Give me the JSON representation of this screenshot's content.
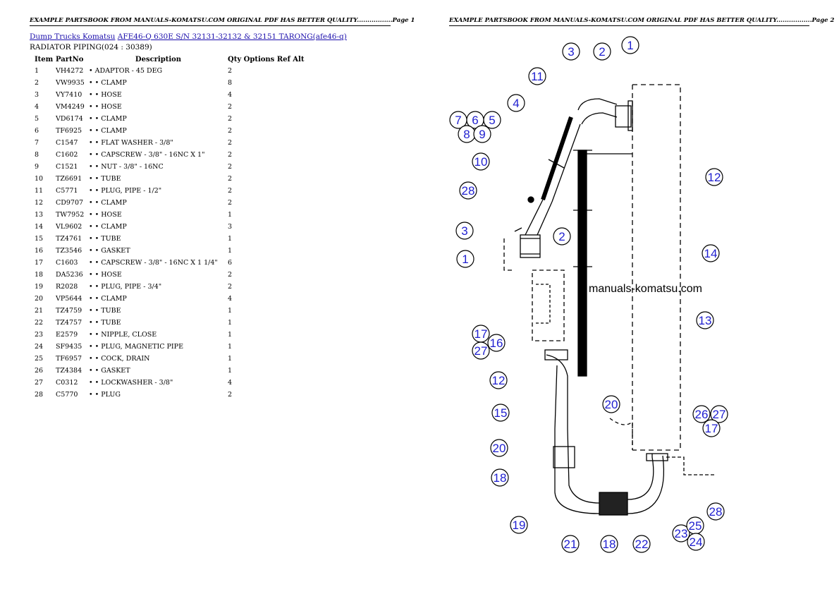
{
  "page1": {
    "header": "EXAMPLE PARTSBOOK FROM MANUALS-KOMATSU.COM ORIGINAL PDF HAS BETTER QUALITY.................Page 1",
    "breadcrumb_link1": "Dump Trucks Komatsu",
    "breadcrumb_link2": "AFE46-Q 630E S/N 32131-32132 & 32151 TARONG(afe46-q)",
    "subtitle": "RADIATOR PIPING(024 : 30389)",
    "columns": [
      "Item",
      "PartNo",
      "Description",
      "Qty",
      "Options",
      "Ref",
      "Alt"
    ],
    "rows": [
      {
        "item": "1",
        "part": "VH4272",
        "desc": "• ADAPTOR - 45 DEG",
        "qty": "2"
      },
      {
        "item": "2",
        "part": "VW9935",
        "desc": "• • CLAMP",
        "qty": "8"
      },
      {
        "item": "3",
        "part": "VY7410",
        "desc": "• • HOSE",
        "qty": "4"
      },
      {
        "item": "4",
        "part": "VM4249",
        "desc": "• • HOSE",
        "qty": "2"
      },
      {
        "item": "5",
        "part": "VD6174",
        "desc": "• • CLAMP",
        "qty": "2"
      },
      {
        "item": "6",
        "part": "TF6925",
        "desc": "• • CLAMP",
        "qty": "2"
      },
      {
        "item": "7",
        "part": "C1547",
        "desc": "• • FLAT WASHER - 3/8\"",
        "qty": "2"
      },
      {
        "item": "8",
        "part": "C1602",
        "desc": "• • CAPSCREW - 3/8\" - 16NC X 1\"",
        "qty": "2"
      },
      {
        "item": "9",
        "part": "C1521",
        "desc": "• • NUT - 3/8\" - 16NC",
        "qty": "2"
      },
      {
        "item": "10",
        "part": "TZ6691",
        "desc": "• • TUBE",
        "qty": "2"
      },
      {
        "item": "11",
        "part": "C5771",
        "desc": "• • PLUG, PIPE - 1/2\"",
        "qty": "2"
      },
      {
        "item": "12",
        "part": "CD9707",
        "desc": "• • CLAMP",
        "qty": "2"
      },
      {
        "item": "13",
        "part": "TW7952",
        "desc": "• • HOSE",
        "qty": "1"
      },
      {
        "item": "14",
        "part": "VL9602",
        "desc": "• • CLAMP",
        "qty": "3"
      },
      {
        "item": "15",
        "part": "TZ4761",
        "desc": "• • TUBE",
        "qty": "1"
      },
      {
        "item": "16",
        "part": "TZ3546",
        "desc": "• • GASKET",
        "qty": "1"
      },
      {
        "item": "17",
        "part": "C1603",
        "desc": "• • CAPSCREW - 3/8\" - 16NC X 1 1/4\"",
        "qty": "6"
      },
      {
        "item": "18",
        "part": "DA5236",
        "desc": "• • HOSE",
        "qty": "2"
      },
      {
        "item": "19",
        "part": "R2028",
        "desc": "• • PLUG, PIPE - 3/4\"",
        "qty": "2"
      },
      {
        "item": "20",
        "part": "VP5644",
        "desc": "• • CLAMP",
        "qty": "4"
      },
      {
        "item": "21",
        "part": "TZ4759",
        "desc": "• • TUBE",
        "qty": "1"
      },
      {
        "item": "22",
        "part": "TZ4757",
        "desc": "• • TUBE",
        "qty": "1"
      },
      {
        "item": "23",
        "part": "E2579",
        "desc": "• • NIPPLE, CLOSE",
        "qty": "1"
      },
      {
        "item": "24",
        "part": "SF9435",
        "desc": "• • PLUG, MAGNETIC PIPE",
        "qty": "1"
      },
      {
        "item": "25",
        "part": "TF6957",
        "desc": "• • COCK, DRAIN",
        "qty": "1"
      },
      {
        "item": "26",
        "part": "TZ4384",
        "desc": "• • GASKET",
        "qty": "1"
      },
      {
        "item": "27",
        "part": "C0312",
        "desc": "• • LOCKWASHER - 3/8\"",
        "qty": "4"
      },
      {
        "item": "28",
        "part": "C5770",
        "desc": "• • PLUG",
        "qty": "2"
      }
    ]
  },
  "page2": {
    "header": "EXAMPLE PARTSBOOK FROM MANUALS-KOMATSU.COM ORIGINAL PDF HAS BETTER QUALITY.................Page 2",
    "watermark": "manuals-komatsu.com",
    "callouts": [
      "3",
      "2",
      "1",
      "11",
      "4",
      "7",
      "6",
      "5",
      "8",
      "9",
      "12",
      "10",
      "28",
      "3",
      "2",
      "1",
      "14",
      "13",
      "17",
      "16",
      "27",
      "12",
      "20",
      "15",
      "26",
      "27",
      "17",
      "20",
      "18",
      "28",
      "19",
      "23",
      "25",
      "24",
      "21",
      "18",
      "22"
    ]
  }
}
